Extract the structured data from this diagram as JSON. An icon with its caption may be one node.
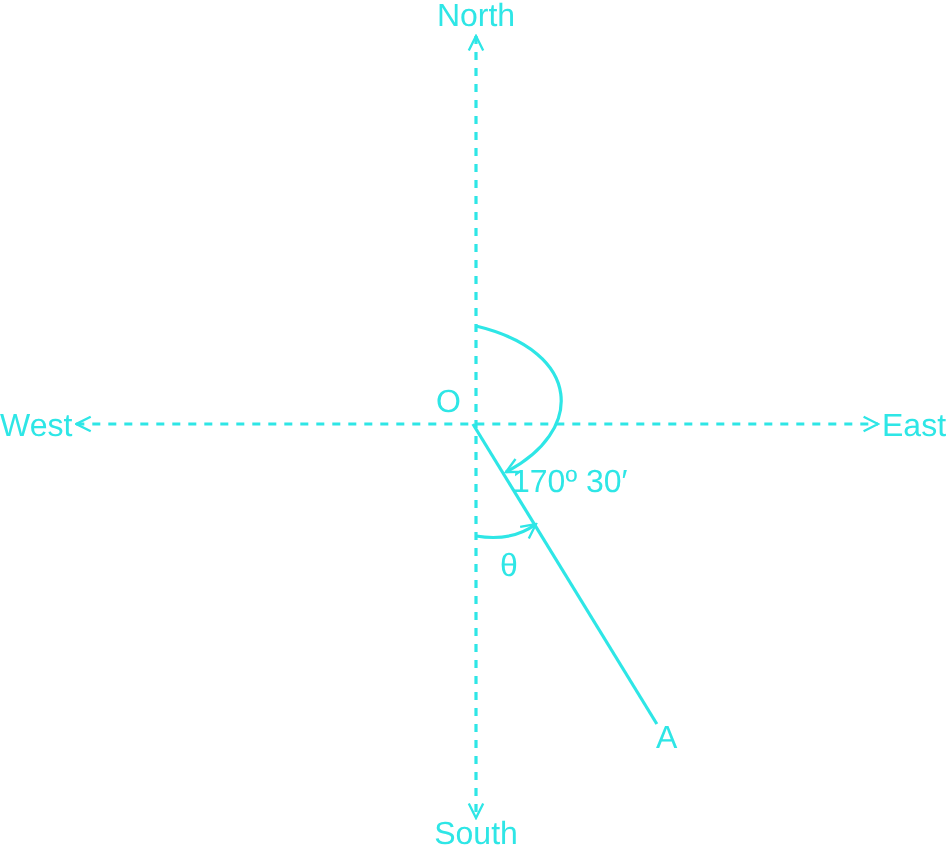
{
  "diagram": {
    "nodes": [
      {
        "text": [
          "North"
        ]
      },
      {
        "text": [
          "West"
        ]
      },
      {
        "text": [
          "East"
        ]
      },
      {
        "text": [
          "South"
        ]
      },
      {
        "text": [
          "A"
        ]
      },
      {
        "text": [
          "O"
        ]
      }
    ],
    "edges": [
      {
        "from": 0,
        "to": 3,
        "arrow": "both",
        "style": "dashed"
      },
      {
        "from": 1,
        "to": 2,
        "arrow": "both",
        "style": "dashed"
      },
      {
        "from": 5,
        "to": 4,
        "arrow": "none"
      }
    ],
    "labels": [
      "170º 30′",
      "θ"
    ]
  }
}
